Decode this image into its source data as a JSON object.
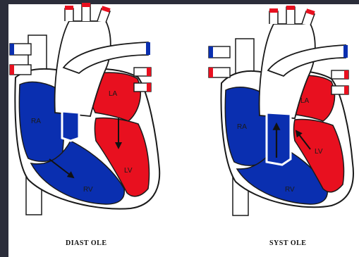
{
  "diagrams": [
    {
      "caption": "DIAST OLE",
      "labels": {
        "ra": "RA",
        "la": "LA",
        "rv": "RV",
        "lv": "LV"
      }
    },
    {
      "caption": "SYST OLE",
      "labels": {
        "ra": "RA",
        "la": "LA",
        "rv": "RV",
        "lv": "LV"
      }
    }
  ],
  "colors": {
    "deoxygenated": "#0a2fb0",
    "oxygenated": "#e8101f",
    "outline": "#1a1a1a",
    "background": "#ffffff",
    "frame": "#2b2d3a"
  }
}
